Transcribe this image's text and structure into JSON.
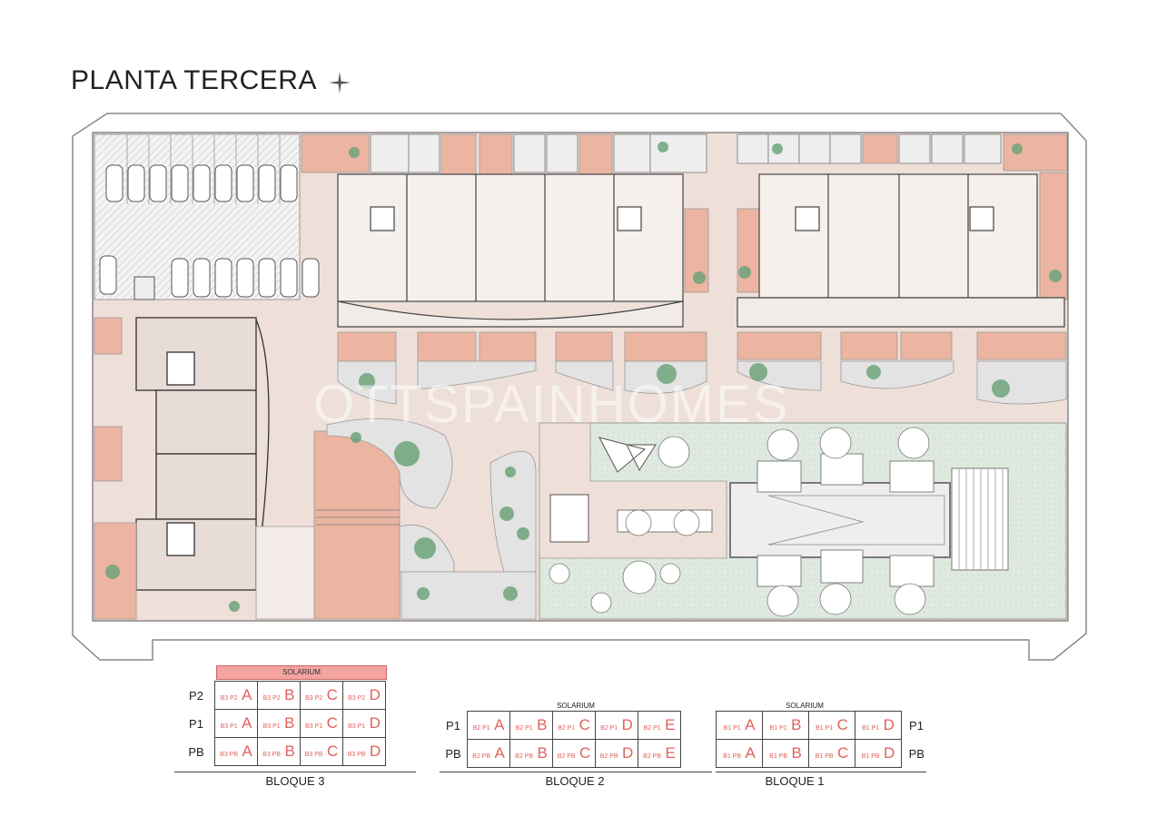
{
  "title": "PLANTA TERCERA",
  "watermark": "OTTSPAINHOMES",
  "colors": {
    "terrace": "#ebb5a2",
    "paving": "#eedfd8",
    "garden": "#dfe9df",
    "pool": "#eeeeee",
    "unit_text": "#e0615a",
    "solarium_band": "#f3a3a0"
  },
  "bloque3": {
    "name": "BLOQUE 3",
    "solarium": "SOLARIUM",
    "rows": [
      {
        "level": "P2",
        "cells": [
          [
            "B3 P2",
            "A"
          ],
          [
            "B3 P2",
            "B"
          ],
          [
            "B3 P2",
            "C"
          ],
          [
            "B3 P2",
            "D"
          ]
        ]
      },
      {
        "level": "P1",
        "cells": [
          [
            "B3 P1",
            "A"
          ],
          [
            "B3 P1",
            "B"
          ],
          [
            "B3 P1",
            "C"
          ],
          [
            "B3 P1",
            "D"
          ]
        ]
      },
      {
        "level": "PB",
        "cells": [
          [
            "B3 PB",
            "A"
          ],
          [
            "B3 PB",
            "B"
          ],
          [
            "B3 PB",
            "C"
          ],
          [
            "B3 PB",
            "D"
          ]
        ]
      }
    ]
  },
  "bloque2": {
    "name": "BLOQUE 2",
    "solarium": "SOLARIUM",
    "rows": [
      {
        "level": "P1",
        "cells": [
          [
            "B2 P1",
            "A"
          ],
          [
            "B2 P1",
            "B"
          ],
          [
            "B2 P1",
            "C"
          ],
          [
            "B2 P1",
            "D"
          ],
          [
            "B2 P1",
            "E"
          ]
        ]
      },
      {
        "level": "PB",
        "cells": [
          [
            "B2 PB",
            "A"
          ],
          [
            "B2 PB",
            "B"
          ],
          [
            "B2 PB",
            "C"
          ],
          [
            "B2 PB",
            "D"
          ],
          [
            "B2 PB",
            "E"
          ]
        ]
      }
    ]
  },
  "bloque1": {
    "name": "BLOQUE 1",
    "solarium": "SOLARIUM",
    "rows": [
      {
        "level": "P1",
        "cells": [
          [
            "B1 P1",
            "A"
          ],
          [
            "B1 P1",
            "B"
          ],
          [
            "B1 P1",
            "C"
          ],
          [
            "B1 P1",
            "D"
          ]
        ]
      },
      {
        "level": "PB",
        "cells": [
          [
            "B1 PB",
            "A"
          ],
          [
            "B1 PB",
            "B"
          ],
          [
            "B1 PB",
            "C"
          ],
          [
            "B1 PB",
            "D"
          ]
        ]
      }
    ]
  }
}
